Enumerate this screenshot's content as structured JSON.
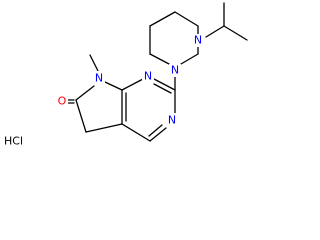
{
  "molecule": {
    "atoms": [
      {
        "id": "n7",
        "label": "N",
        "color": "#0000ff"
      },
      {
        "id": "n1",
        "label": "N",
        "color": "#0000ff"
      },
      {
        "id": "n3",
        "label": "N",
        "color": "#0000ff"
      },
      {
        "id": "npip1",
        "label": "N",
        "color": "#0000ff"
      },
      {
        "id": "npip4",
        "label": "N",
        "color": "#0000ff"
      },
      {
        "id": "o6",
        "label": "O",
        "color": "#ff0000"
      }
    ],
    "salt": {
      "label": "HCl",
      "color": "#000000"
    }
  }
}
